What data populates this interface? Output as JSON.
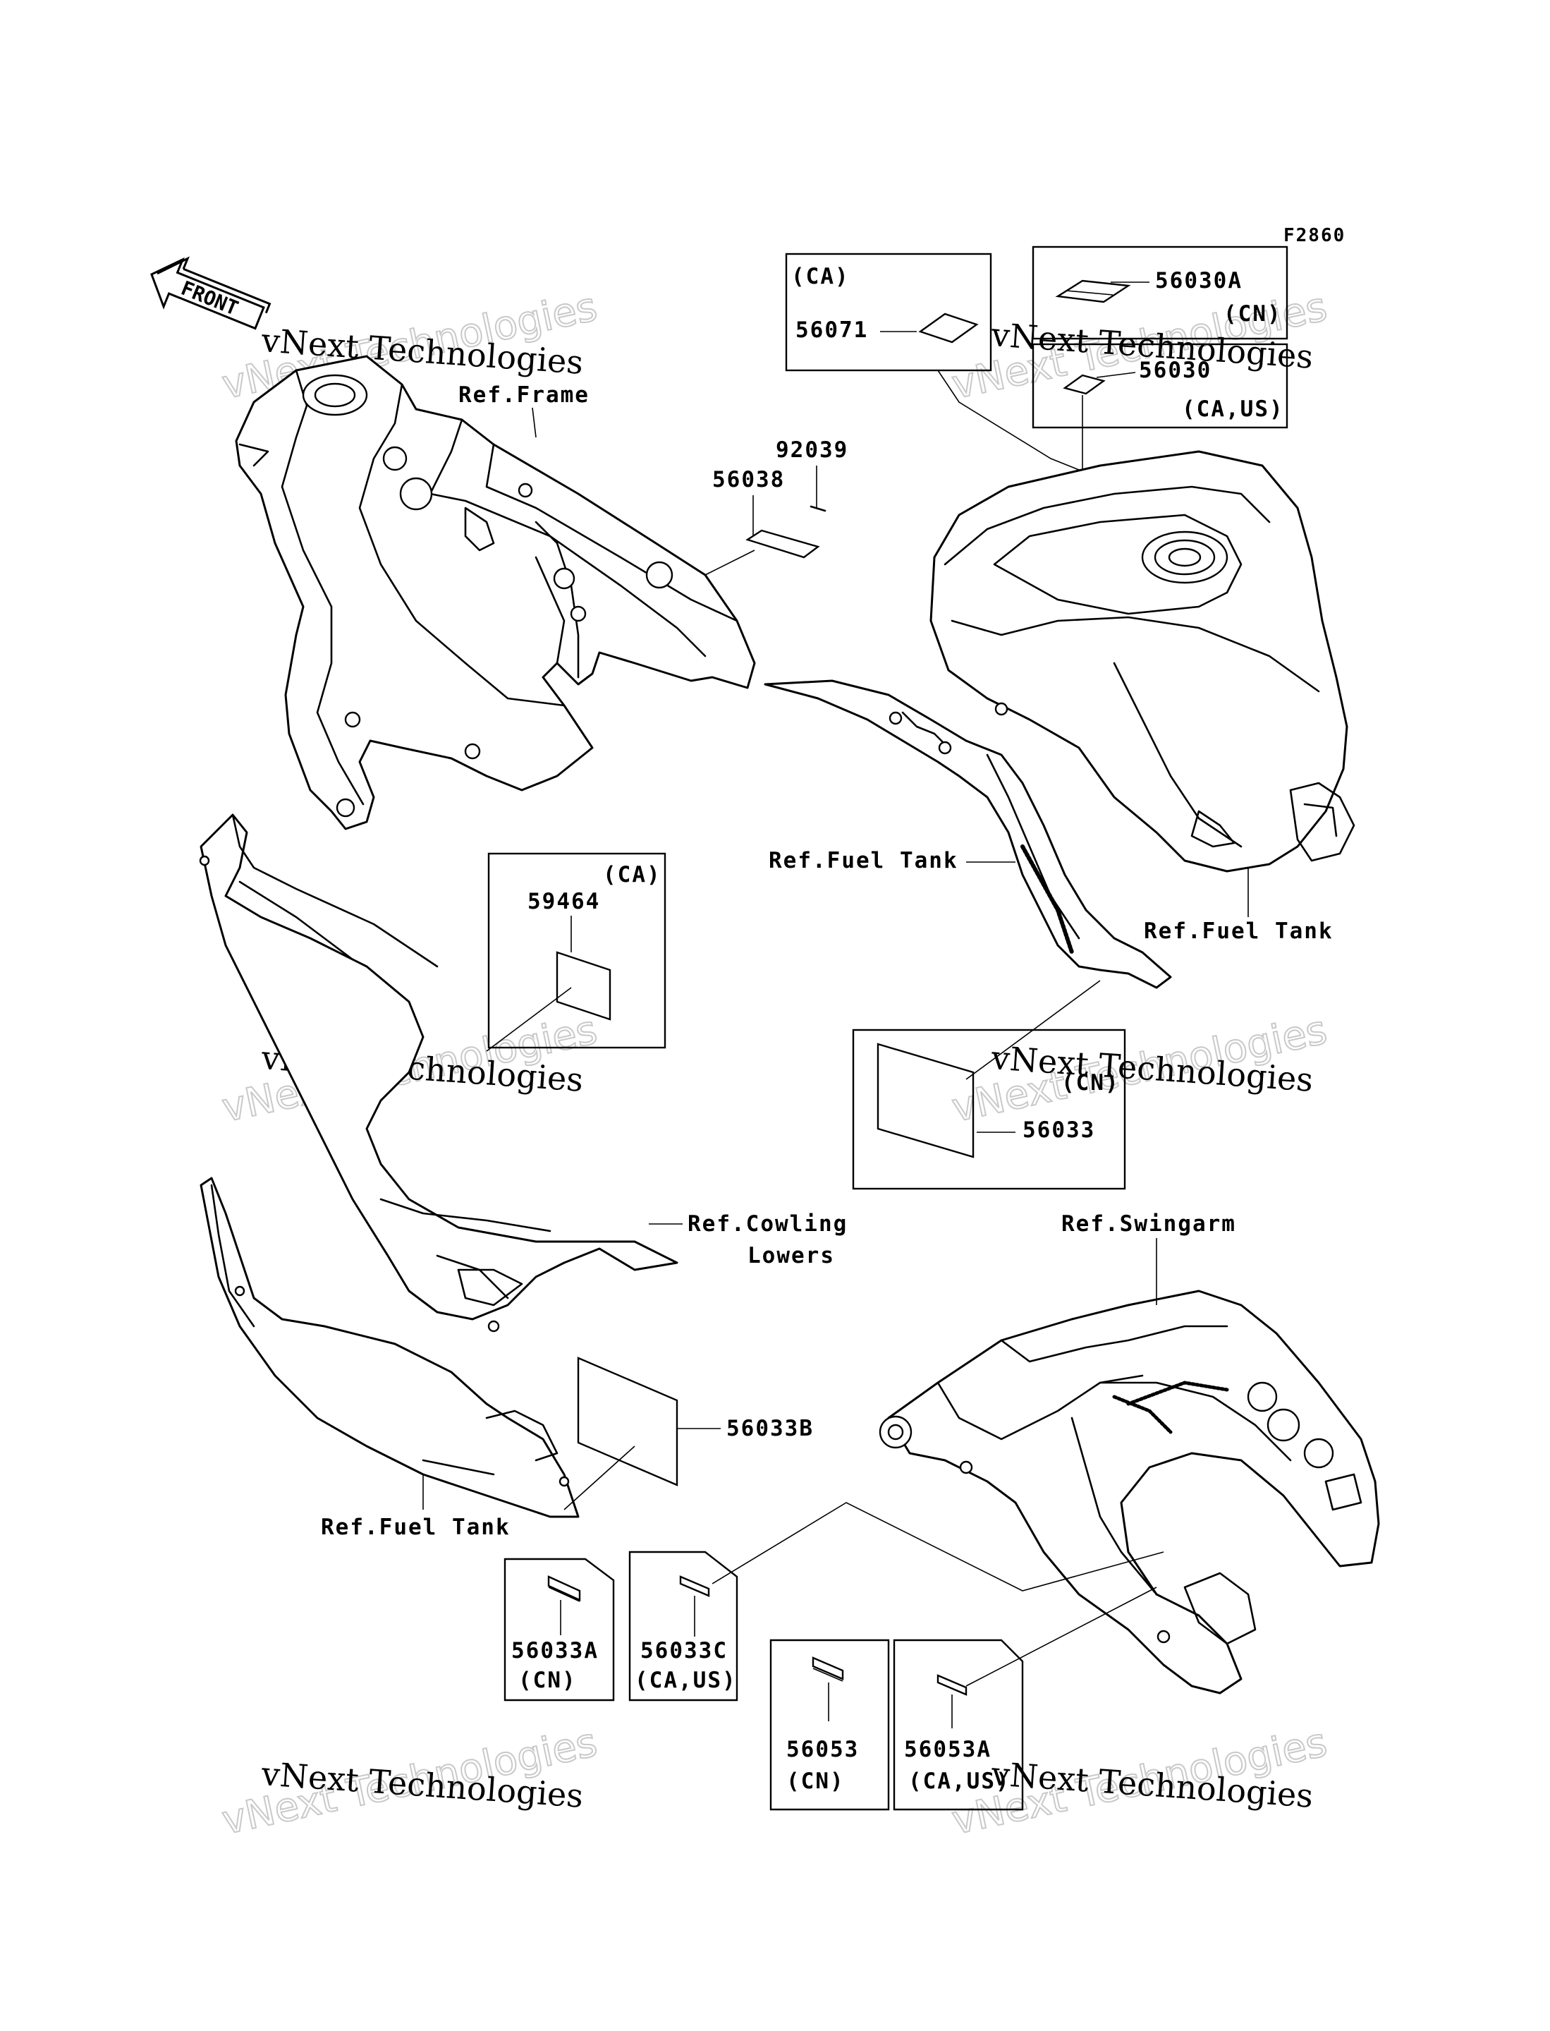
{
  "figure_code": "F2860",
  "front_label": "FRONT",
  "watermark": {
    "line1": "vNext Technologies",
    "line2": "vNext Technologies"
  },
  "refs": {
    "frame": "Ref.Frame",
    "fuel_tank_a": "Ref.Fuel Tank",
    "fuel_tank_b": "Ref.Fuel Tank",
    "fuel_tank_c": "Ref.Fuel Tank",
    "cowling_line1": "Ref.Cowling",
    "cowling_line2": "Lowers",
    "swingarm": "Ref.Swingarm"
  },
  "parts": {
    "p56071": "56071",
    "p56071_region": "(CA)",
    "p56030A": "56030A",
    "p56030A_region": "(CN)",
    "p56030": "56030",
    "p56030_region": "(CA,US)",
    "p92039": "92039",
    "p56038": "56038",
    "p59464": "59464",
    "p59464_region": "(CA)",
    "p56033": "56033",
    "p56033_region": "(CN)",
    "p56033B": "56033B",
    "p56033A": "56033A",
    "p56033A_region": "(CN)",
    "p56033C": "56033C",
    "p56033C_region": "(CA,US)",
    "p56053": "56053",
    "p56053_region": "(CN)",
    "p56053A": "56053A",
    "p56053A_region": "(CA,US)"
  }
}
